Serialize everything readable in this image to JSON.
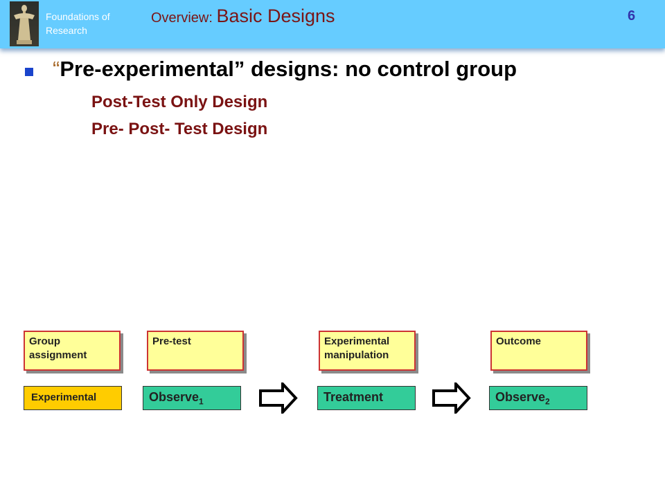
{
  "header": {
    "course_line1": "Foundations of",
    "course_line2": "Research",
    "title_prefix": "Overview: ",
    "title_main": "Basic Designs",
    "page_number": "6",
    "background_color": "#66ccff"
  },
  "content": {
    "bullet_text": "Pre-experimental” designs: no control group",
    "open_quote": "“",
    "sub1": "Post-Test Only Design",
    "sub2": "Pre- Post- Test Design"
  },
  "diagram": {
    "labels": {
      "group_line1": "Group",
      "group_line2": "assignment",
      "pretest": "Pre-test",
      "manip_line1": "Experimental",
      "manip_line2": "manipulation",
      "outcome": "Outcome"
    },
    "row": {
      "experimental": "Experimental",
      "observe1": "Observe",
      "observe1_sub": "1",
      "treatment": "Treatment",
      "observe2": "Observe",
      "observe2_sub": "2"
    }
  }
}
